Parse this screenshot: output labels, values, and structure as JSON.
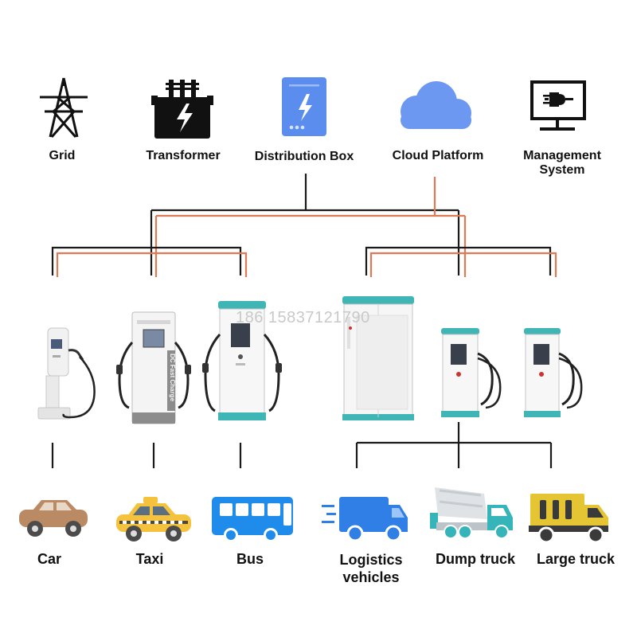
{
  "top_nodes": {
    "grid": "Grid",
    "transformer": "Transformer",
    "distribution_box": "Distribution Box",
    "cloud_platform": "Cloud Platform",
    "management_system": [
      "Management",
      "System"
    ]
  },
  "vehicles": {
    "car": "Car",
    "taxi": "Taxi",
    "bus": "Bus",
    "logistics": [
      "Logistics",
      "vehicles"
    ],
    "dump_truck": "Dump truck",
    "large_truck": "Large truck"
  },
  "charger_labels": {
    "dc_fast_charge": "DC Fast Charge"
  },
  "watermark": "186 15837121790",
  "colors": {
    "line_black": "#1a1a1a",
    "line_orange": "#e07a55",
    "icon_black": "#111111",
    "distribution_blue": "#5b8def",
    "cloud_blue": "#6d98f2",
    "car_brown": "#b98a64",
    "taxi_yellow": "#f5c23e",
    "bus_blue": "#1f8bea",
    "truck_blue": "#2f7fe6",
    "dump_teal": "#35b4b9",
    "large_truck_yellow": "#e5c533",
    "charger_teal": "#3fb6b5",
    "charger_grey": "#8c8c8c"
  }
}
